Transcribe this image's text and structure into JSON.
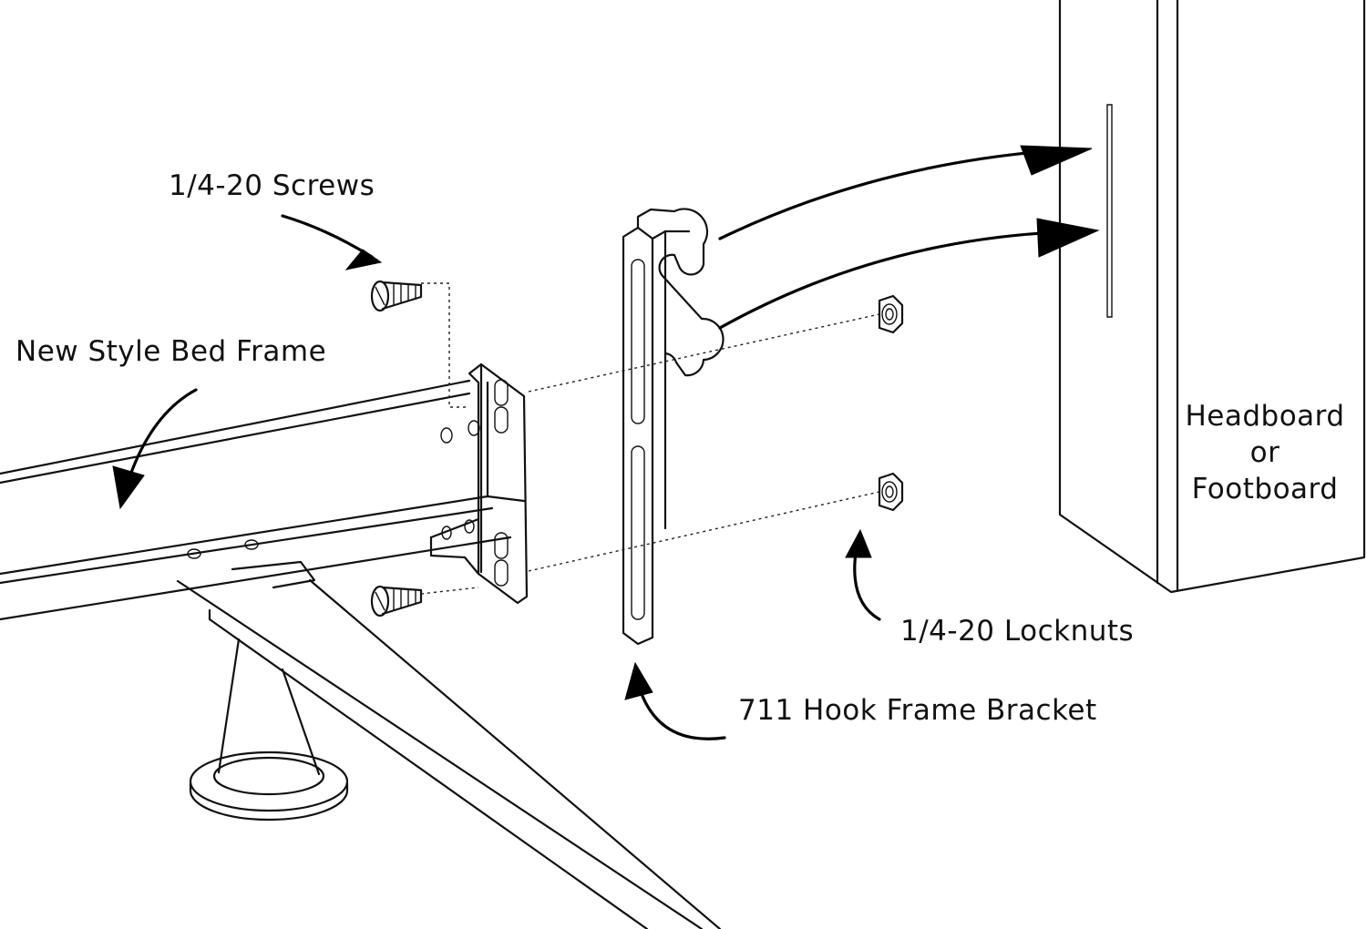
{
  "labels": {
    "screws": "1/4-20 Screws",
    "bed_frame": "New Style Bed Frame",
    "headboard_line1": "Headboard",
    "headboard_line2": "or",
    "headboard_line3": "Footboard",
    "locknuts": "1/4-20 Locknuts",
    "bracket": "711 Hook Frame Bracket"
  },
  "colors": {
    "line": "#111111",
    "background": "#ffffff"
  }
}
